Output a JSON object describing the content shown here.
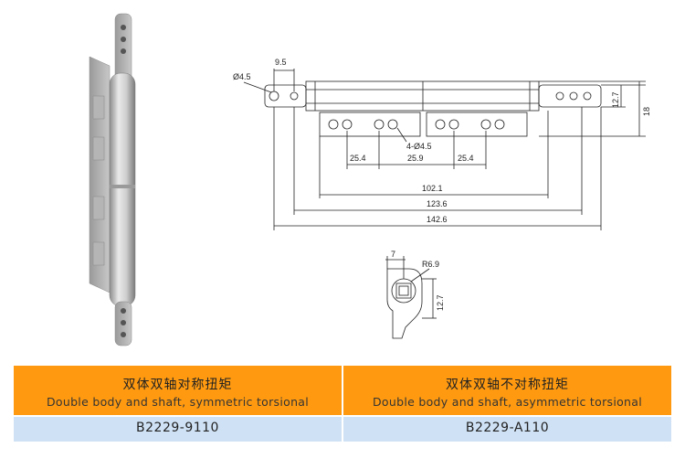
{
  "drawing": {
    "dimensions": {
      "hole_diameter": "Ø4.5",
      "hole_offset": "9.5",
      "height_inner": "12.7",
      "height_outer": "18",
      "pitch_left": "25.4",
      "pitch_middle": "25.9",
      "pitch_right": "25.4",
      "mount_holes": "4-Ø4.5",
      "length_1": "102.1",
      "length_2": "123.6",
      "length_3": "142.6"
    },
    "section": {
      "width": "7",
      "radius": "R6.9",
      "height": "12.7"
    }
  },
  "table": {
    "columns": [
      {
        "name_zh": "双体双轴对称扭矩",
        "name_en": "Double body and shaft, symmetric torsional",
        "model": "B2229-9110"
      },
      {
        "name_zh": "双体双轴不对称扭矩",
        "name_en": "Double body and shaft, asymmetric torsional",
        "model": "B2229-A110"
      }
    ],
    "colors": {
      "header": "#ff9a10",
      "model_row": "#cfe2f5"
    }
  }
}
